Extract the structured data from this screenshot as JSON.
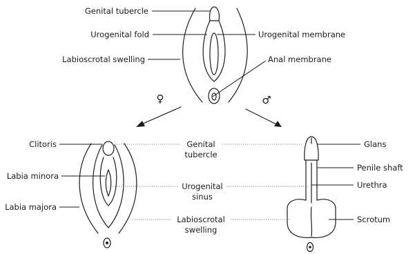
{
  "top": {
    "genital_tubercle": "Genital tubercle",
    "urogenital_fold": "Urogenital fold",
    "labioscrotal_swelling": "Labioscrotal swelling",
    "urogenital_membrane": "Urogenital membrane",
    "anal_membrane": "Anal membrane"
  },
  "symbols": {
    "female": "♀",
    "male": "♂"
  },
  "female": {
    "clitoris": "Clitoris",
    "labia_minora": "Labia minora",
    "labia_majora": "Labia majora"
  },
  "middle": {
    "genital_line1": "Genital",
    "genital_line2": "tubercle",
    "urogenital_line1": "Urogenital",
    "urogenital_line2": "sinus",
    "labioscrotal_line1": "Labioscrotal",
    "labioscrotal_line2": "swelling"
  },
  "male": {
    "glans": "Glans",
    "penile_shaft": "Penile shaft",
    "urethra": "Urethra",
    "scrotum": "Scrotum"
  }
}
